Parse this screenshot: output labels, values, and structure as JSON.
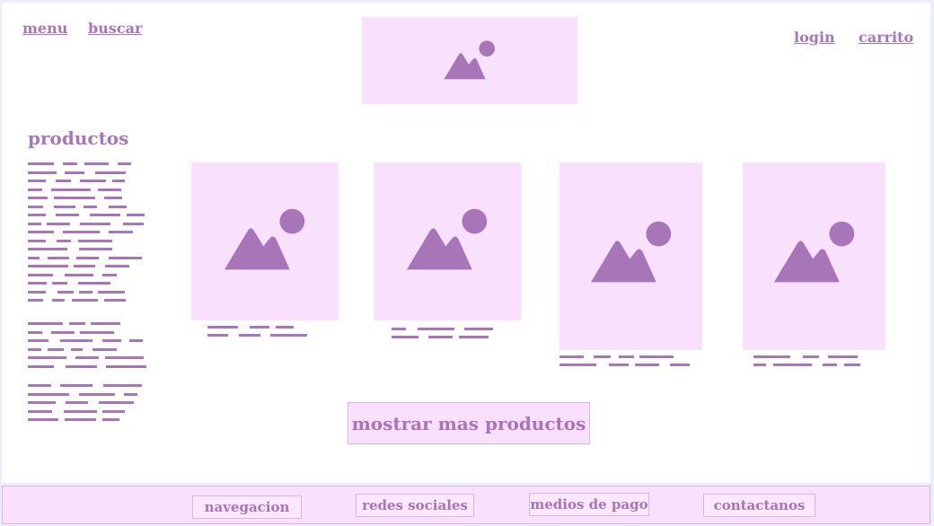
{
  "header": {
    "menu_label": "menu",
    "search_label": "buscar",
    "login_label": "login",
    "cart_label": "carrito",
    "logo_icon": "image-placeholder-icon"
  },
  "main": {
    "title": "productos",
    "cta_label": "mostrar mas productos",
    "product_icon": "image-placeholder-icon"
  },
  "footer": {
    "links": [
      "navegacion",
      "redes sociales",
      "medios de pago",
      "contactanos"
    ]
  },
  "colors": {
    "accent": "#a775b8",
    "placeholder_bg": "#f9e0fd",
    "border": "#d8b3e3"
  }
}
